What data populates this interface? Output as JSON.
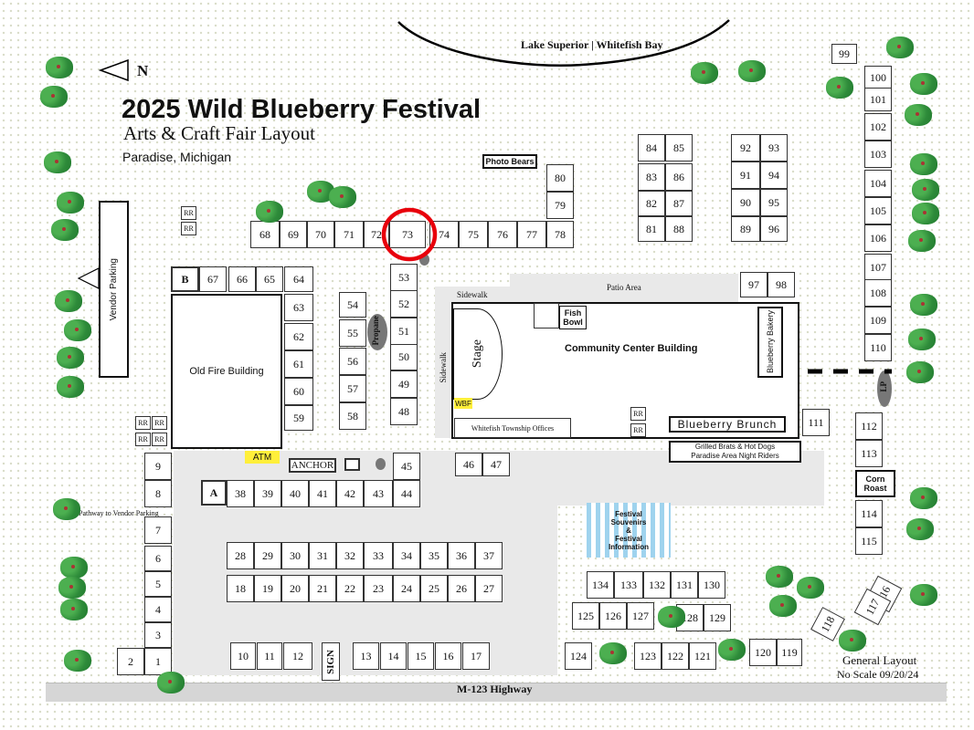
{
  "title": "2025  Wild Blueberry Festival",
  "subtitle": "Arts & Craft Fair Layout",
  "location": "Paradise, Michigan",
  "north_label": "N",
  "lake_label": "Lake Superior | Whitefish Bay",
  "highway_label": "M-123 Highway",
  "general_layout_line1": "General Layout",
  "general_layout_line2": "No Scale 09/20/24",
  "buildings": {
    "old_fire": "Old Fire Building",
    "community": "Community Center Building",
    "vendor_parking": "Vendor Parking",
    "blueberry_bakery": "Blueberry Bakery",
    "blueberry_brunch": "Blueberry Brunch",
    "whitefish_offices": "Whitefish Township Offices",
    "fish_bowl": "Fish Bowl",
    "photo_bears": "Photo Bears",
    "grilled_brats_line1": "Grilled Brats & Hot Dogs",
    "grilled_brats_line2": "Paradise Area Night Riders",
    "corn_roast": "Corn Roast",
    "festival_info_line1": "Festival",
    "festival_info_line2": "Souvenirs",
    "festival_info_line3": "&",
    "festival_info_line4": "Festival",
    "festival_info_line5": "Information",
    "anchor": "ANCHOR",
    "sign": "SIGN",
    "stage": "Stage",
    "propane": "Propane",
    "lp": "LP",
    "patio": "Patio Area",
    "sidewalk": "Sidewalk",
    "atm": "ATM",
    "wbf": "WBF",
    "pathway": "Pathway to Vendor Parking",
    "rr": "RR"
  },
  "highlighted_booth": "73",
  "booth_labels": [
    "1",
    "2",
    "3",
    "4",
    "5",
    "6",
    "7",
    "8",
    "9",
    "10",
    "11",
    "12",
    "13",
    "14",
    "15",
    "16",
    "17",
    "18",
    "19",
    "20",
    "21",
    "22",
    "23",
    "24",
    "25",
    "26",
    "27",
    "28",
    "29",
    "30",
    "31",
    "32",
    "33",
    "34",
    "35",
    "36",
    "37",
    "38",
    "39",
    "40",
    "41",
    "42",
    "43",
    "44",
    "45",
    "46",
    "47",
    "48",
    "49",
    "50",
    "51",
    "52",
    "53",
    "54",
    "55",
    "56",
    "57",
    "58",
    "59",
    "60",
    "61",
    "62",
    "63",
    "64",
    "65",
    "66",
    "67",
    "68",
    "69",
    "70",
    "71",
    "72",
    "73",
    "74",
    "75",
    "76",
    "77",
    "78",
    "79",
    "80",
    "81",
    "82",
    "83",
    "84",
    "85",
    "86",
    "87",
    "88",
    "89",
    "90",
    "91",
    "92",
    "93",
    "94",
    "95",
    "96",
    "97",
    "98",
    "99",
    "100",
    "101",
    "102",
    "103",
    "104",
    "105",
    "106",
    "107",
    "108",
    "109",
    "110",
    "111",
    "112",
    "113",
    "114",
    "115",
    "116",
    "117",
    "118",
    "119",
    "120",
    "121",
    "122",
    "123",
    "124",
    "125",
    "126",
    "127",
    "128",
    "129",
    "130",
    "131",
    "132",
    "133",
    "134",
    "A",
    "B"
  ]
}
